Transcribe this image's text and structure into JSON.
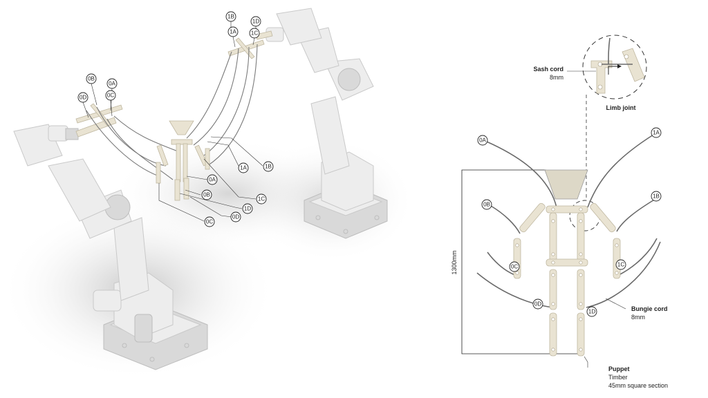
{
  "robot_tags": {
    "left_top": [
      "0B",
      "0A",
      "0D",
      "0C"
    ],
    "right_top": [
      "1B",
      "1D",
      "1A",
      "1C"
    ],
    "center_right": [
      "1A",
      "1B",
      "0A",
      "1C",
      "0B",
      "1D",
      "0D",
      "0C"
    ]
  },
  "puppet_tags": {
    "left": [
      "0A",
      "0B",
      "0C",
      "0D"
    ],
    "right": [
      "1A",
      "1B",
      "1C",
      "1D"
    ]
  },
  "callouts": {
    "sash_cord_title": "Sash cord",
    "sash_cord_size": "8mm",
    "limb_joint": "Limb joint",
    "bungie_cord_title": "Bungie cord",
    "bungie_cord_size": "8mm",
    "puppet_title": "Puppet",
    "puppet_material": "Timber",
    "puppet_section": "45mm square section",
    "height_dimension": "1300mm"
  }
}
